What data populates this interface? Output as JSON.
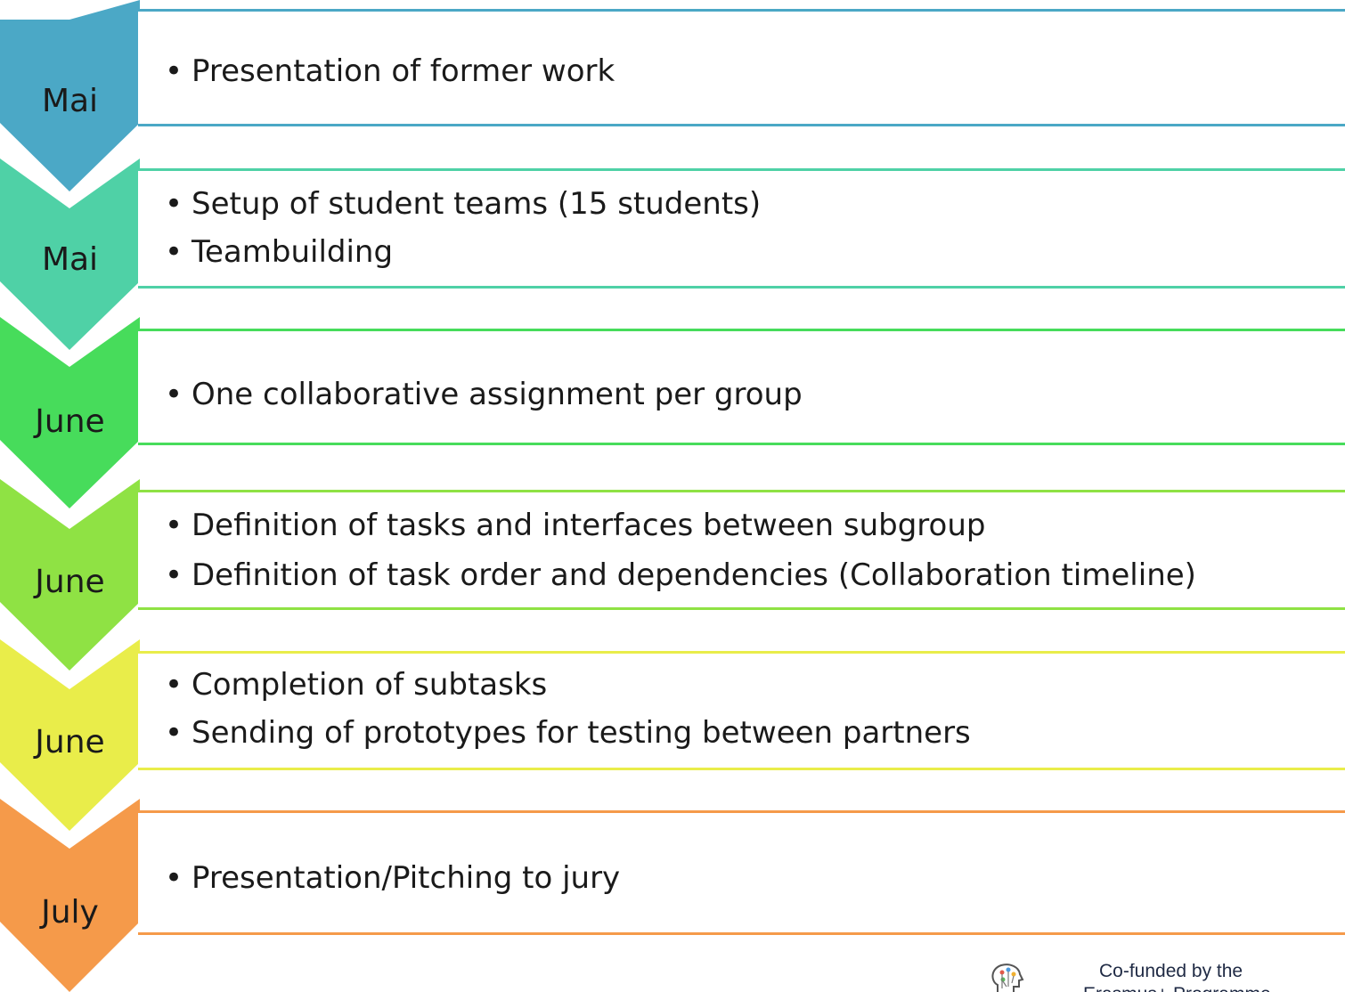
{
  "steps": [
    {
      "month": "Mai",
      "color": "#4ba8c6",
      "items": [
        "Presentation of former work"
      ]
    },
    {
      "month": "Mai",
      "color": "#4fd1a6",
      "items": [
        "Setup of student teams (15 students)",
        "Teambuilding"
      ]
    },
    {
      "month": "June",
      "color": "#47dc5b",
      "items": [
        "One collaborative assignment per group"
      ]
    },
    {
      "month": "June",
      "color": "#8fe244",
      "items": [
        "Definition of tasks and interfaces between subgroup",
        "Definition of task order and dependencies (Collaboration timeline)"
      ]
    },
    {
      "month": "June",
      "color": "#e9ed4a",
      "items": [
        "Completion of subtasks",
        "Sending of prototypes for testing between partners"
      ]
    },
    {
      "month": "July",
      "color": "#f59a4a",
      "items": [
        "Presentation/Pitching to jury"
      ]
    }
  ],
  "footer": {
    "line1": "Co-funded by the",
    "line2": "Erasmus+ Programme",
    "logo_icon": "head-circuit-icon"
  }
}
